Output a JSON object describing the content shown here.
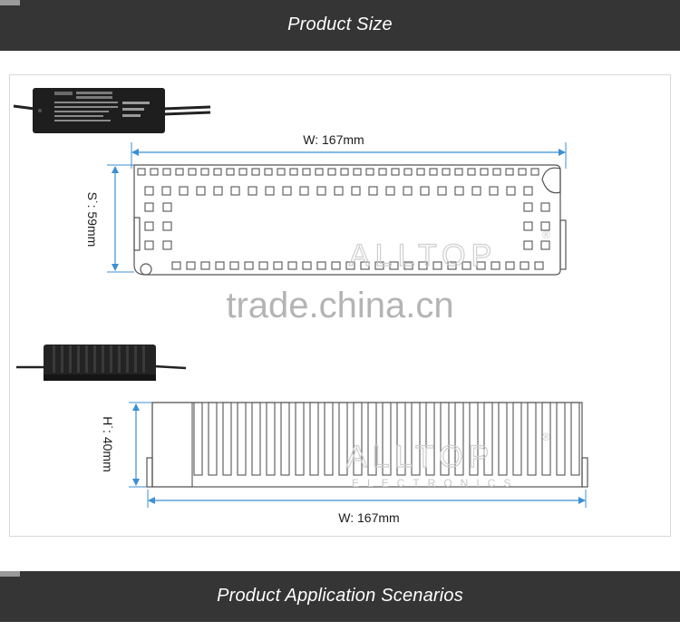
{
  "banners": {
    "top": "Product Size",
    "bottom": "Product Application Scenarios"
  },
  "dimensions": {
    "top_width": "W: 167mm",
    "top_side": "S˙: 59mm",
    "side_height": "H˙: 40mm",
    "side_width": "W: 167mm"
  },
  "watermarks": {
    "site": "trade.china.cn",
    "brand": "ALLTOP",
    "brand_sub": "ELECTRONICS",
    "registered": "®"
  },
  "colors": {
    "banner": "#353535",
    "dimension_line": "#3b8fd4",
    "device": "#1e1e1e",
    "outline": "#555555"
  }
}
